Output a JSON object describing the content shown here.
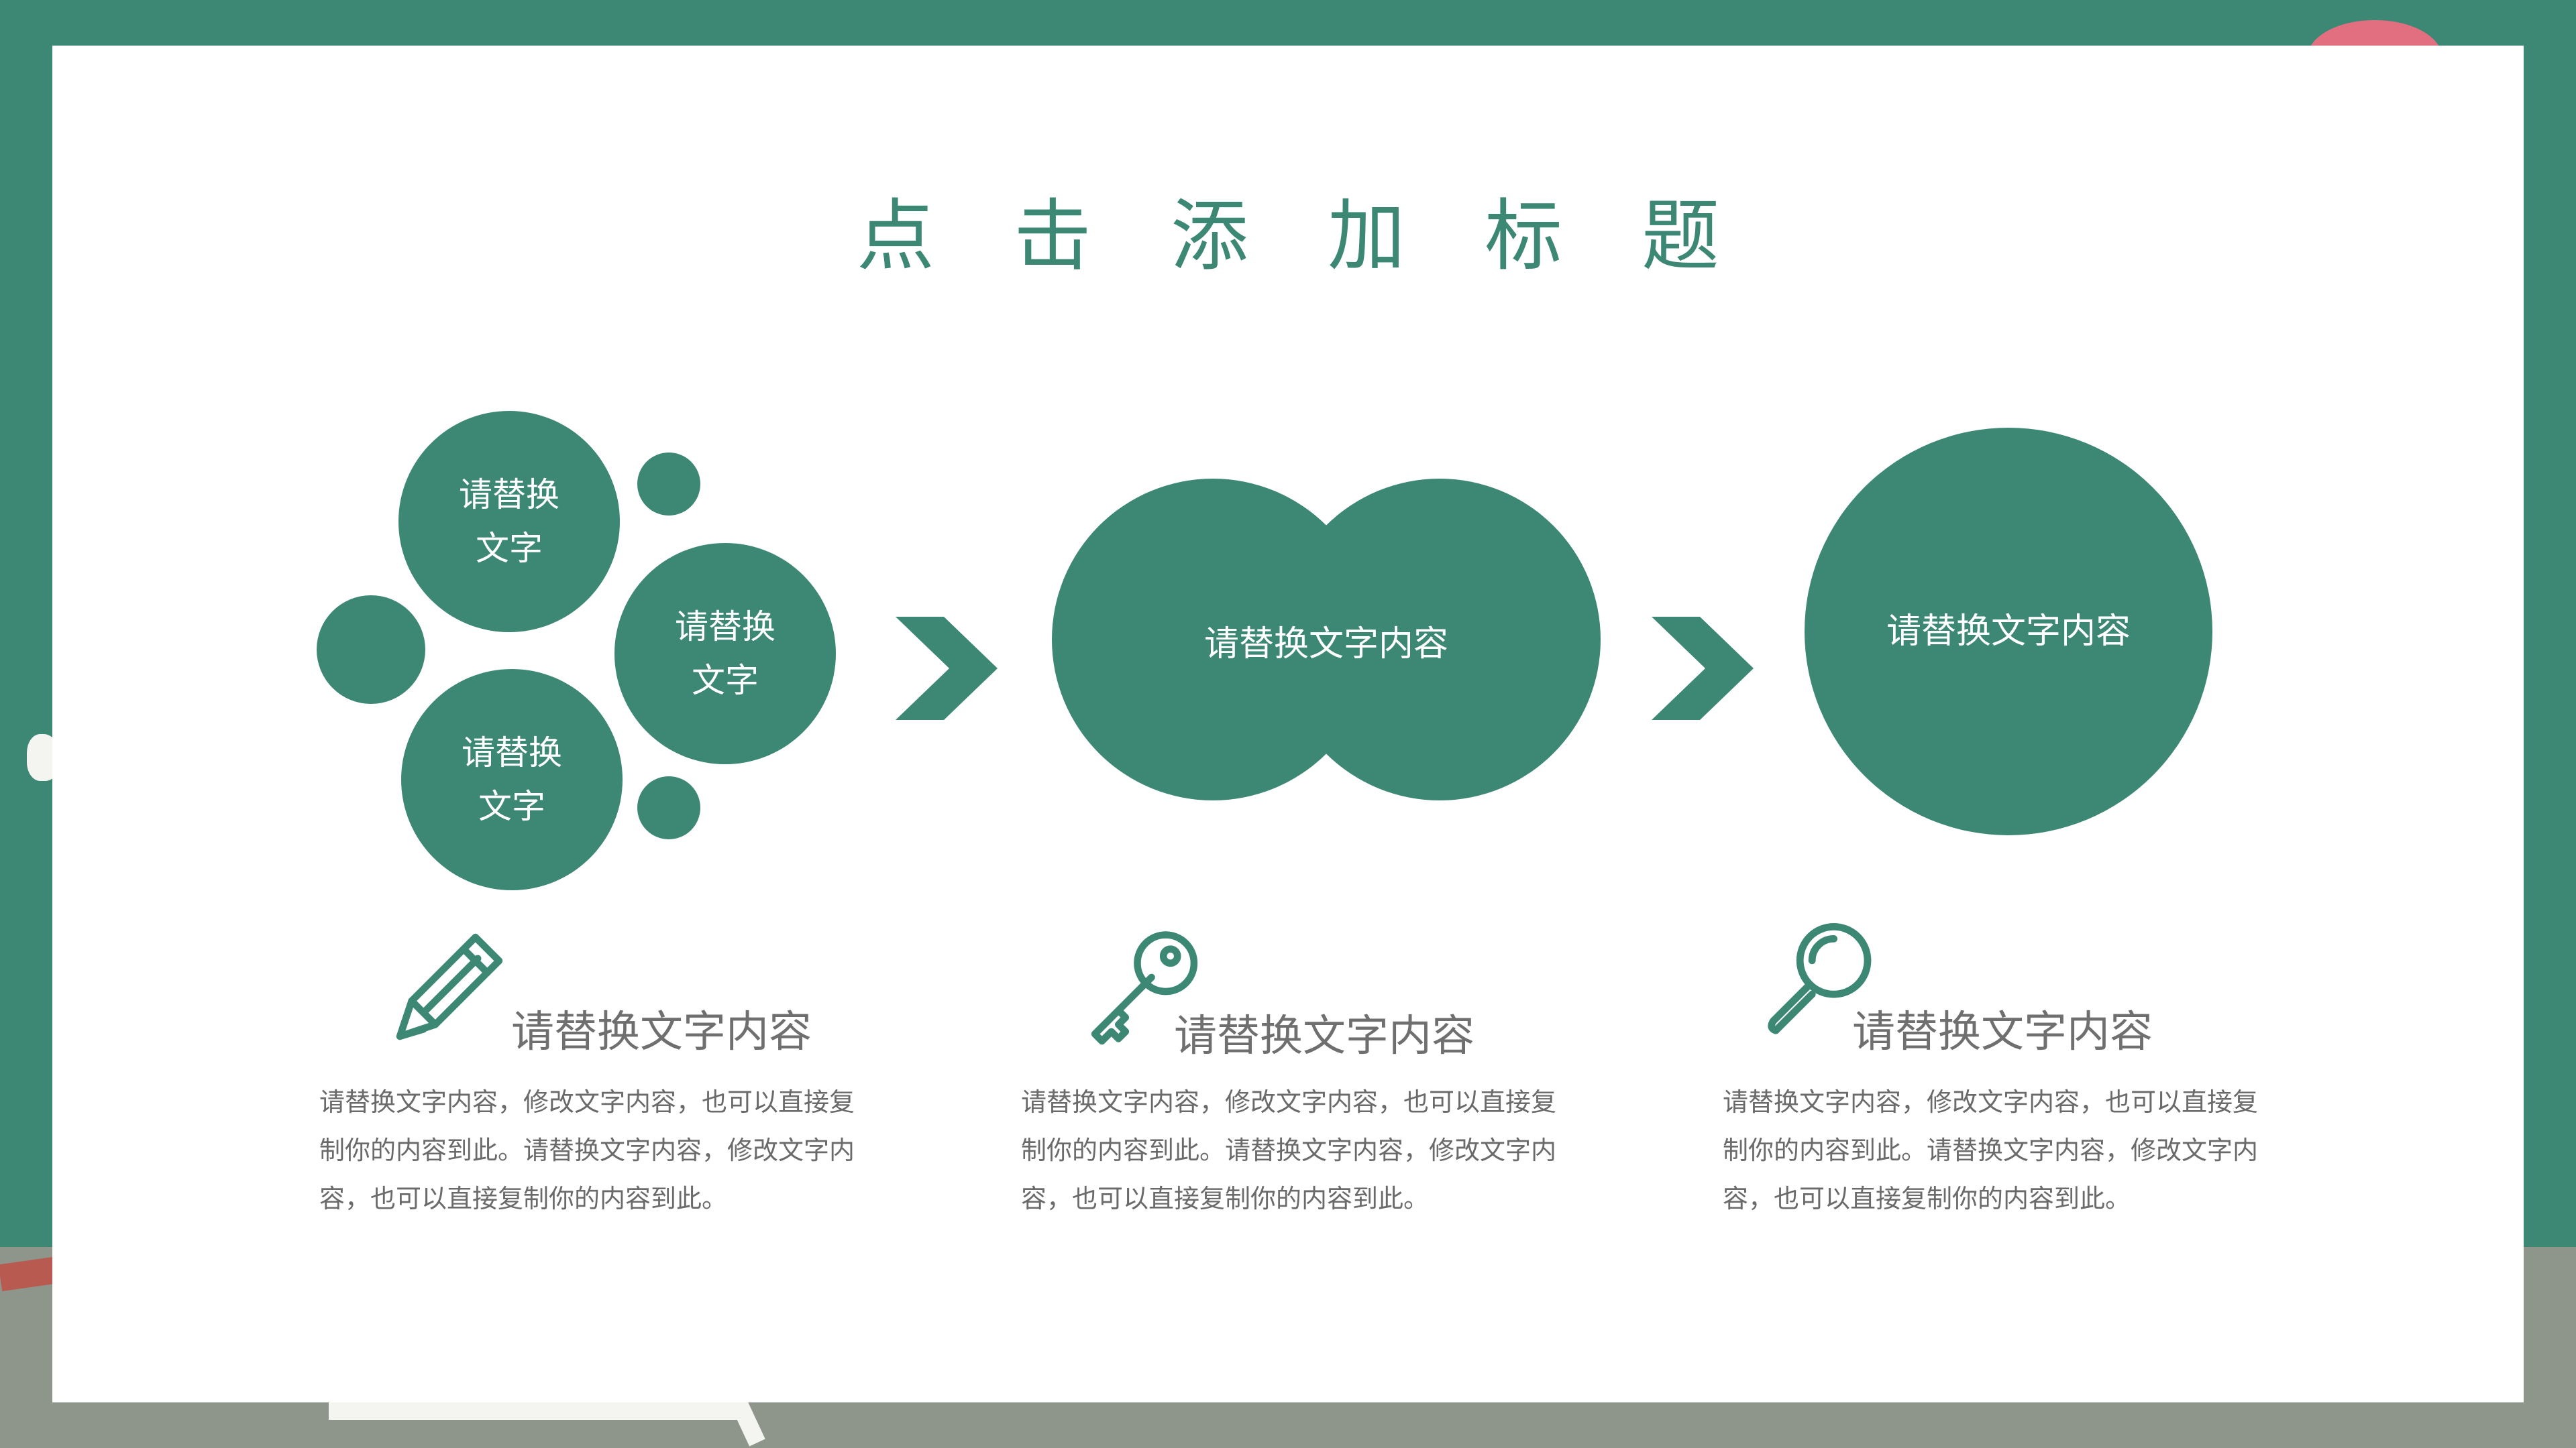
{
  "slide": {
    "title": "点击添加标题",
    "colors": {
      "accent": "#3d8775",
      "background": "#3d8775",
      "card": "#ffffff",
      "heading_text": "#6f6f6f",
      "body_text": "#6a6a6a"
    }
  },
  "steps": [
    {
      "bubbles": [
        "请替换文字",
        "请替换文字",
        "请替换文字"
      ],
      "icon": "pencil-icon",
      "heading": "请替换文字内容",
      "body": "请替换文字内容，修改文字内容，也可以直接复制你的内容到此。请替换文字内容，修改文字内容，也可以直接复制你的内容到此。"
    },
    {
      "circle_label": "请替换文字内容",
      "icon": "key-icon",
      "heading": "请替换文字内容",
      "body": "请替换文字内容，修改文字内容，也可以直接复制你的内容到此。请替换文字内容，修改文字内容，也可以直接复制你的内容到此。"
    },
    {
      "circle_label": "请替换文字内容",
      "icon": "magnifier-icon",
      "heading": "请替换文字内容",
      "body": "请替换文字内容，修改文字内容，也可以直接复制你的内容到此。请替换文字内容，修改文字内容，也可以直接复制你的内容到此。"
    }
  ]
}
